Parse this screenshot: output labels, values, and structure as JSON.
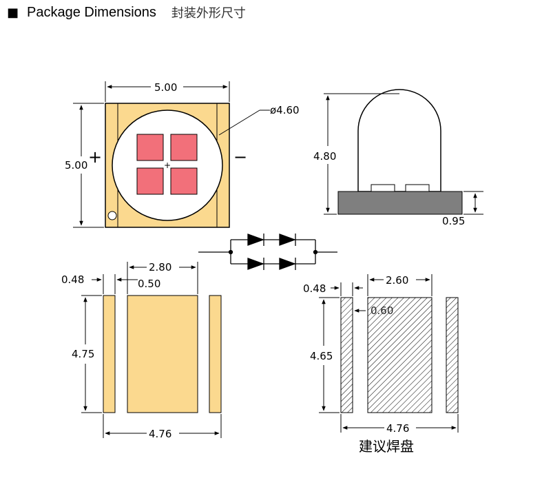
{
  "header": {
    "bullet": "■",
    "title_en": "Package Dimensions",
    "title_cn": "封装外形尺寸"
  },
  "top_view": {
    "width_label": "5.00",
    "height_label": "5.00",
    "dome_diameter_label": "ø4.60",
    "plus_label": "+",
    "minus_label": "−",
    "center_mark": "+"
  },
  "side_view": {
    "height_label": "4.80",
    "base_height_label": "0.95"
  },
  "bottom_view": {
    "side_pad_width_label": "0.48",
    "gap_label": "0.50",
    "center_pad_width_label": "2.80",
    "height_label": "4.75",
    "overall_width_label": "4.76"
  },
  "solder_pad": {
    "side_pad_width_label": "0.48",
    "gap_label": "0.60",
    "center_pad_width_label": "2.60",
    "height_label": "4.65",
    "overall_width_label": "4.76",
    "caption": "建议焊盘"
  },
  "colors": {
    "package_body": "#fbd98f",
    "led_chip": "#f2707a",
    "base_gray": "#7f7f7f",
    "line": "#000000"
  }
}
